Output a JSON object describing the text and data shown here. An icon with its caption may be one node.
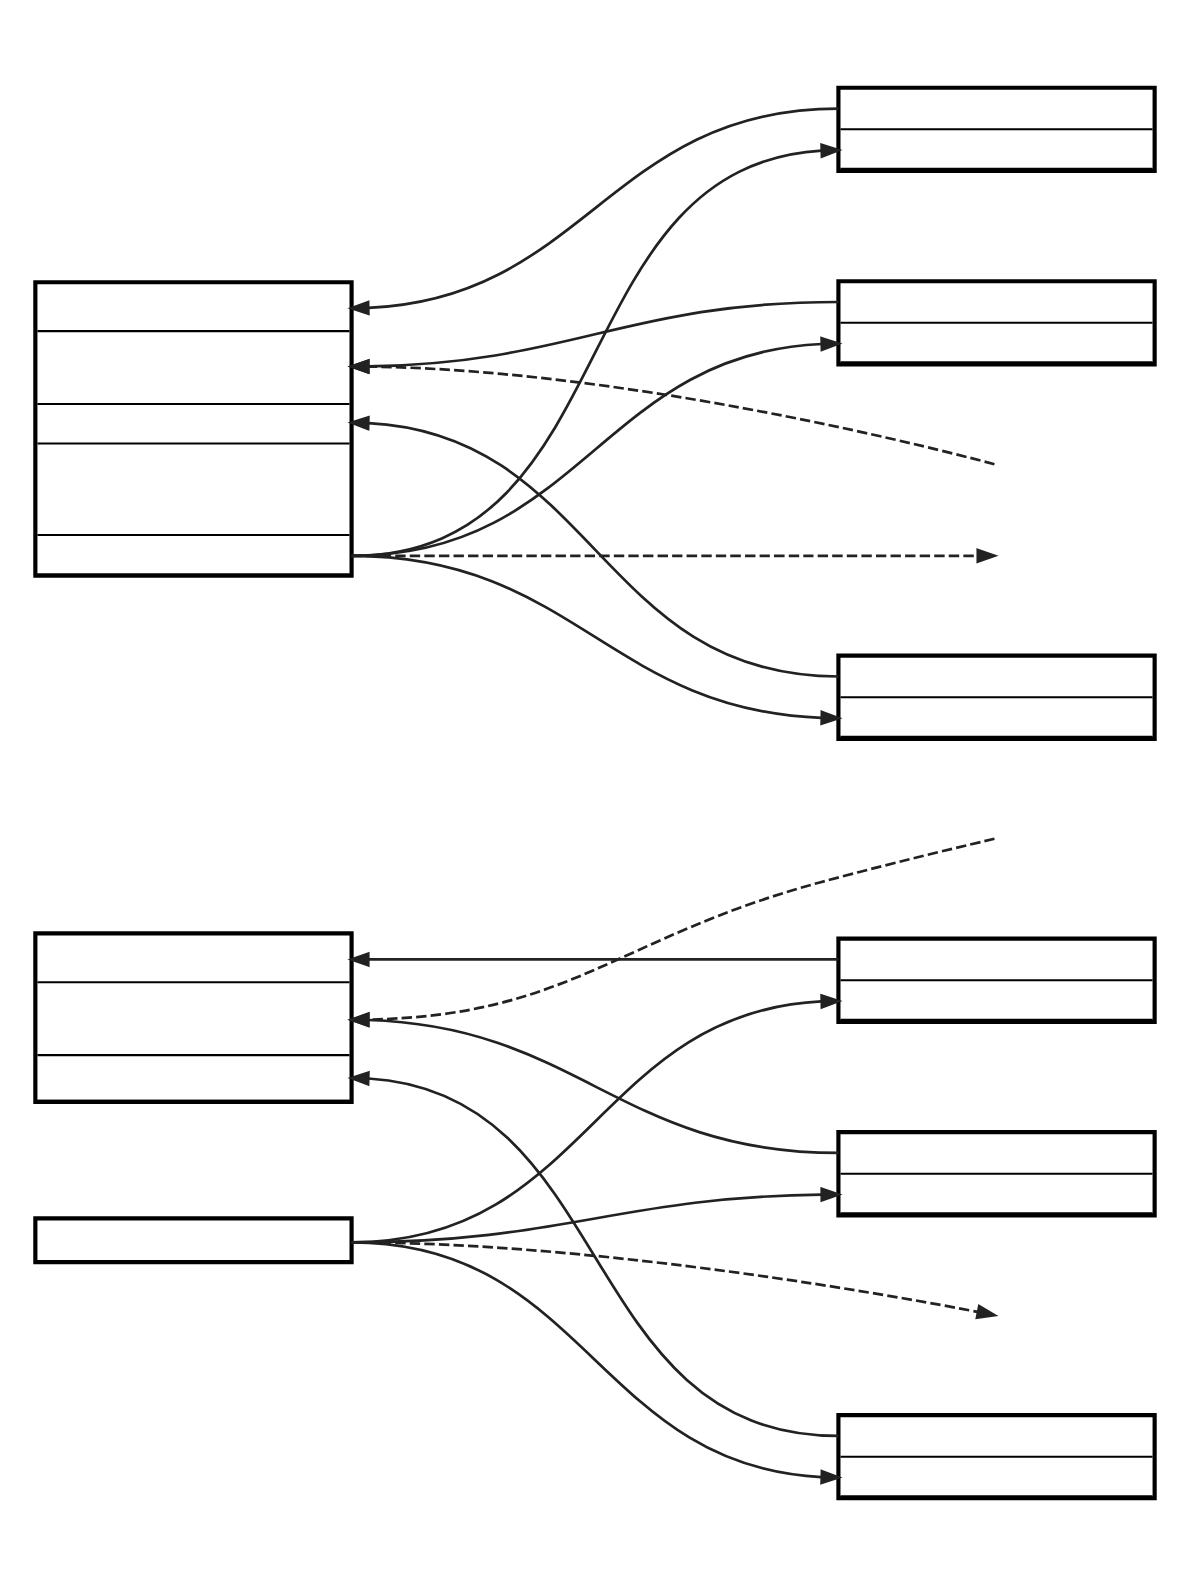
{
  "diagram": {
    "nodes": [
      {
        "text": [],
        "shape": "box"
      },
      {
        "text": [],
        "shape": "box"
      },
      {
        "text": [],
        "shape": "box"
      },
      {
        "text": [],
        "shape": "box"
      },
      {
        "text": [],
        "shape": "box"
      },
      {
        "text": [],
        "shape": "box"
      },
      {
        "text": [],
        "shape": "box"
      },
      {
        "text": [],
        "shape": "box"
      },
      {
        "text": [],
        "shape": "box"
      }
    ],
    "edges": [
      {
        "from": 1,
        "to": 0,
        "arrow": "to"
      },
      {
        "from": 2,
        "to": 0,
        "arrow": "to"
      },
      {
        "from": null,
        "to": 0,
        "arrow": "to",
        "style": "dashed"
      },
      {
        "from": 3,
        "to": 0,
        "arrow": "to"
      },
      {
        "from": 0,
        "to": 1,
        "arrow": "to"
      },
      {
        "from": 0,
        "to": 2,
        "arrow": "to"
      },
      {
        "from": 0,
        "to": null,
        "arrow": "to",
        "style": "dashed"
      },
      {
        "from": 0,
        "to": 3,
        "arrow": "to"
      },
      {
        "from": 6,
        "to": 4,
        "arrow": "to"
      },
      {
        "from": 7,
        "to": 4,
        "arrow": "to"
      },
      {
        "from": null,
        "to": 4,
        "arrow": "to",
        "style": "dashed"
      },
      {
        "from": 8,
        "to": 4,
        "arrow": "to"
      },
      {
        "from": 5,
        "to": 6,
        "arrow": "to"
      },
      {
        "from": 5,
        "to": 7,
        "arrow": "to"
      },
      {
        "from": 5,
        "to": null,
        "arrow": "to",
        "style": "dashed"
      },
      {
        "from": 5,
        "to": 8,
        "arrow": "to"
      }
    ]
  }
}
